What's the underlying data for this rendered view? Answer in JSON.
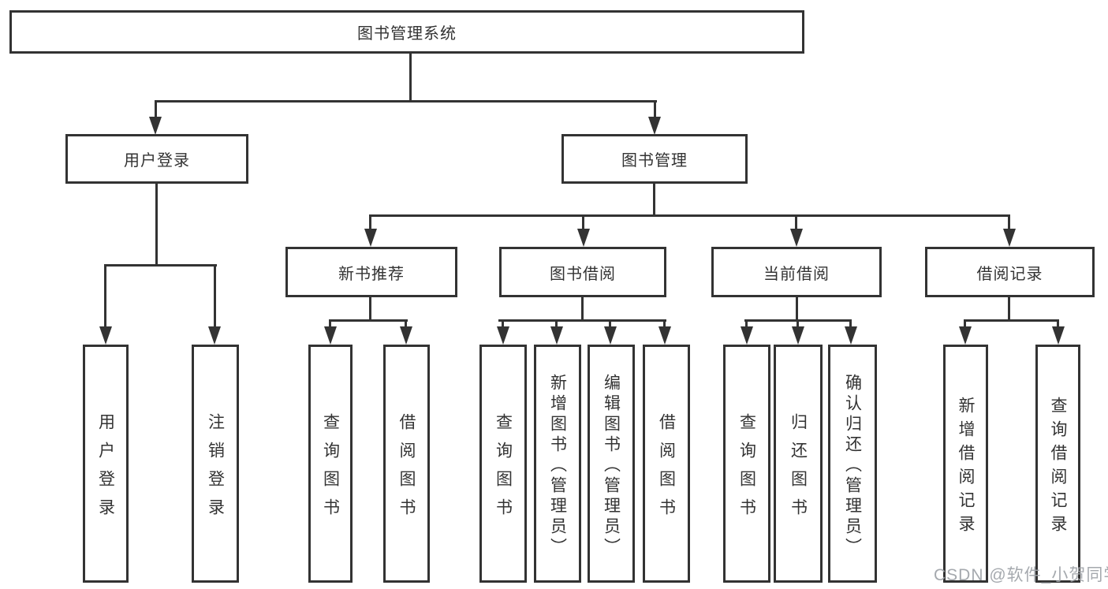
{
  "nodes": {
    "root": "图书管理系统",
    "level2": [
      "用户登录",
      "图书管理"
    ],
    "level3": [
      "新书推荐",
      "图书借阅",
      "当前借阅",
      "借阅记录"
    ],
    "leaves": {
      "user": [
        "用户登录",
        "注销登录"
      ],
      "recommend": [
        "查询图书",
        "借阅图书"
      ],
      "borrow": [
        "查询图书",
        "新增图书（管理员）",
        "编辑图书（管理员）",
        "借阅图书"
      ],
      "current": [
        "查询图书",
        "归还图书",
        "确认归还（管理员）"
      ],
      "records": [
        "新增借阅记录",
        "查询借阅记录"
      ]
    }
  },
  "watermark": {
    "text": "CSDN @软件_小贺同学",
    "color": "#a0a4aa"
  },
  "colors": {
    "line": "#333333",
    "box_border": "#333333",
    "text": "#333333",
    "background": "#ffffff"
  }
}
